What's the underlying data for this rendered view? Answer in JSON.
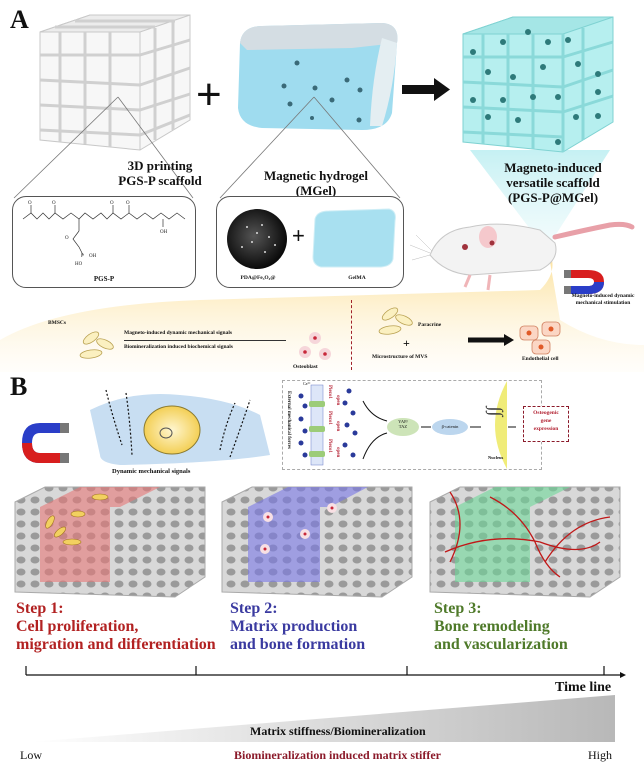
{
  "panel_a": {
    "letter": "A",
    "scaffold": {
      "line1": "3D printing",
      "line2": "PGS-P scaffold"
    },
    "hydrogel": {
      "line1": "Magnetic hydrogel",
      "line2": "(MGel)"
    },
    "plus": "+",
    "result": {
      "line1": "Magneto-induced",
      "line2": "versatile scaffold",
      "line3": "(PGS-P@MGel)"
    },
    "molecule": {
      "label": "PGS-P",
      "atoms": {
        "oh1": "OH",
        "oh2": "OH",
        "ho": "HO",
        "p": "P",
        "o": "O"
      }
    },
    "mgel_components": {
      "left": "PDA@Fe₃O₄@",
      "plus": "+",
      "right": "GelMA"
    },
    "stimulation": {
      "line1": "Magneto-induced dynamic",
      "line2": "mechanical stimulation"
    },
    "pathway": {
      "source": "BMSCs",
      "signal1": "Magneto-induced dynamic mechanical signals",
      "signal2": "Biomineralization induced biochemical signals",
      "target1": "Osteoblast",
      "paracrine": "Paracrine",
      "plus": "+",
      "microstructure": "Microstructure of  MVS",
      "target2": "Endothelial cell"
    }
  },
  "panel_b": {
    "letter": "B",
    "cell_caption": "Dynamic mechanical signals",
    "mechano": {
      "ion": "Ca²⁺",
      "external": "External mechanical",
      "forces": "forces",
      "channels": [
        "Piezo1",
        "Piezo1",
        "Piezo1"
      ],
      "open": [
        "open",
        "open",
        "open"
      ],
      "yap": "YAP/",
      "taz": "TAZ",
      "beta": "β-catenin",
      "nucleus": "Nucleus",
      "output": [
        "Osteogenic",
        "gene",
        "expression"
      ]
    },
    "steps": [
      {
        "title": "Step 1:",
        "line1": "Cell proliferation,",
        "line2": "migration and differentiation",
        "color": "#b22222"
      },
      {
        "title": "Step 2:",
        "line1": "Matrix production",
        "line2": "and bone formation",
        "color": "#3a3aa0"
      },
      {
        "title": "Step 3:",
        "line1": "Bone remodeling",
        "line2": "and vascularization",
        "color": "#4f7a2a"
      }
    ],
    "timeline": "Time line",
    "gradient_label": "Matrix stiffness/Biomineralization",
    "low": "Low",
    "high": "High",
    "footer": "Biomineralization induced matrix stiffer"
  },
  "colors": {
    "step1": "#b22222",
    "step2": "#3a3aa0",
    "step3": "#4f7a2a",
    "footer": "#8b1a2a",
    "scaffold_cyan": "#a6ecec",
    "hydrogel_blue": "#9ed8ec",
    "band_yellow": "#fbe6a8"
  }
}
